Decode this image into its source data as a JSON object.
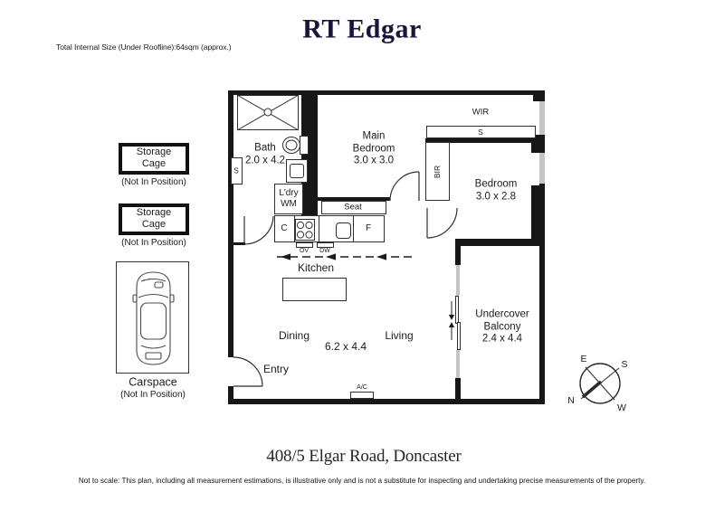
{
  "header": {
    "logo": "RT Edgar",
    "size_note": "Total Internal Size (Under Roofline):64sqm (approx.)"
  },
  "plan": {
    "rooms": {
      "bath": {
        "name": "Bath",
        "dims": "2.0 x 4.2"
      },
      "main_bedroom": {
        "name_line1": "Main",
        "name_line2": "Bedroom",
        "dims": "3.0 x 3.0"
      },
      "bedroom": {
        "name": "Bedroom",
        "dims": "3.0 x 2.8"
      },
      "balcony": {
        "name_line1": "Undercover",
        "name_line2": "Balcony",
        "dims": "2.4 x 4.4"
      },
      "kitchen": {
        "name": "Kitchen"
      },
      "dining": {
        "name": "Dining"
      },
      "living": {
        "name": "Living"
      },
      "living_dining_dims": "6.2 x 4.4",
      "entry": {
        "name": "Entry"
      }
    },
    "labels": {
      "wir": "WIR",
      "wir_shelf": "S",
      "bath_cupboard": "S",
      "bir": "BIR",
      "laundry_line1": "L'dry",
      "laundry_line2": "WM",
      "seat": "Seat",
      "cupboard": "C",
      "fridge": "F",
      "oven": "OV",
      "dishwasher": "DW",
      "ac": "A/C"
    }
  },
  "sidebar": {
    "storage_cage_1": {
      "line1": "Storage",
      "line2": "Cage",
      "note": "(Not In Position)"
    },
    "storage_cage_2": {
      "line1": "Storage",
      "line2": "Cage",
      "note": "(Not In Position)"
    },
    "carspace": {
      "label": "Carspace",
      "note": "(Not In Position)"
    }
  },
  "compass": {
    "east": "E",
    "south": "S",
    "north": "N",
    "west": "W"
  },
  "footer": {
    "address": "408/5 Elgar Road, Doncaster",
    "disclaimer": "Not to scale: This plan, including all measurement estimations, is illustrative only and is not a substitute for inspecting and undertaking precise measurements of the property."
  }
}
